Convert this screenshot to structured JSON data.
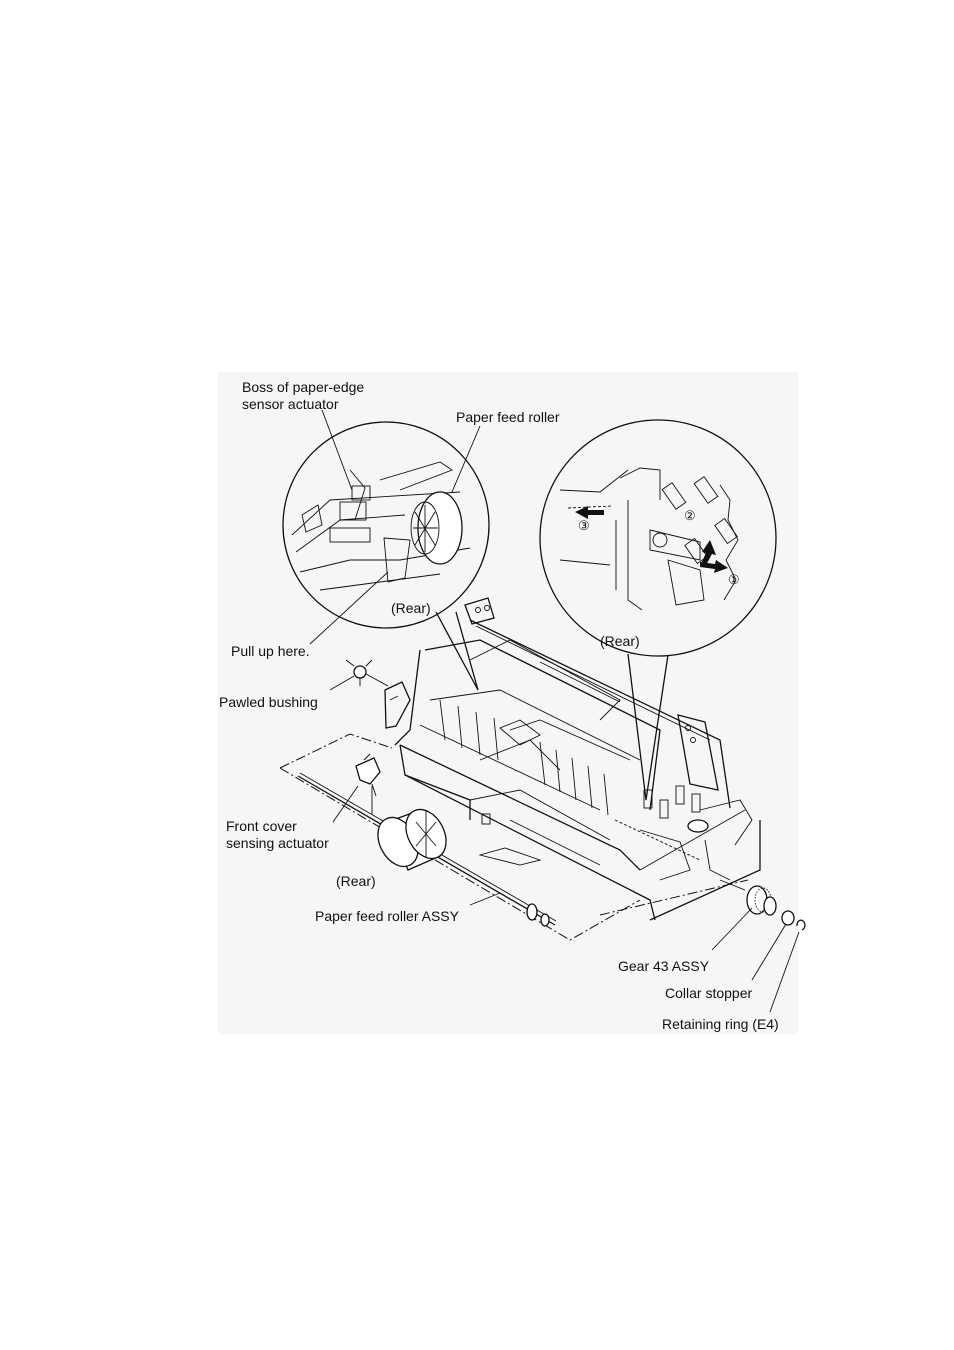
{
  "labels": {
    "boss_actuator_1": "Boss of paper-edge",
    "boss_actuator_2": "sensor actuator",
    "paper_feed_roller": "Paper feed roller",
    "rear_left": "(Rear)",
    "rear_right": "(Rear)",
    "pull_up": "Pull up here.",
    "pawled_bushing": "Pawled bushing",
    "front_cover_1": "Front cover",
    "front_cover_2": "sensing actuator",
    "rear_bottom": "(Rear)",
    "roller_assy": "Paper feed roller ASSY",
    "gear": "Gear 43 ASSY",
    "collar": "Collar stopper",
    "retaining_ring": "Retaining ring (E4)",
    "step_1": "①",
    "step_2": "②",
    "step_3": "③"
  }
}
